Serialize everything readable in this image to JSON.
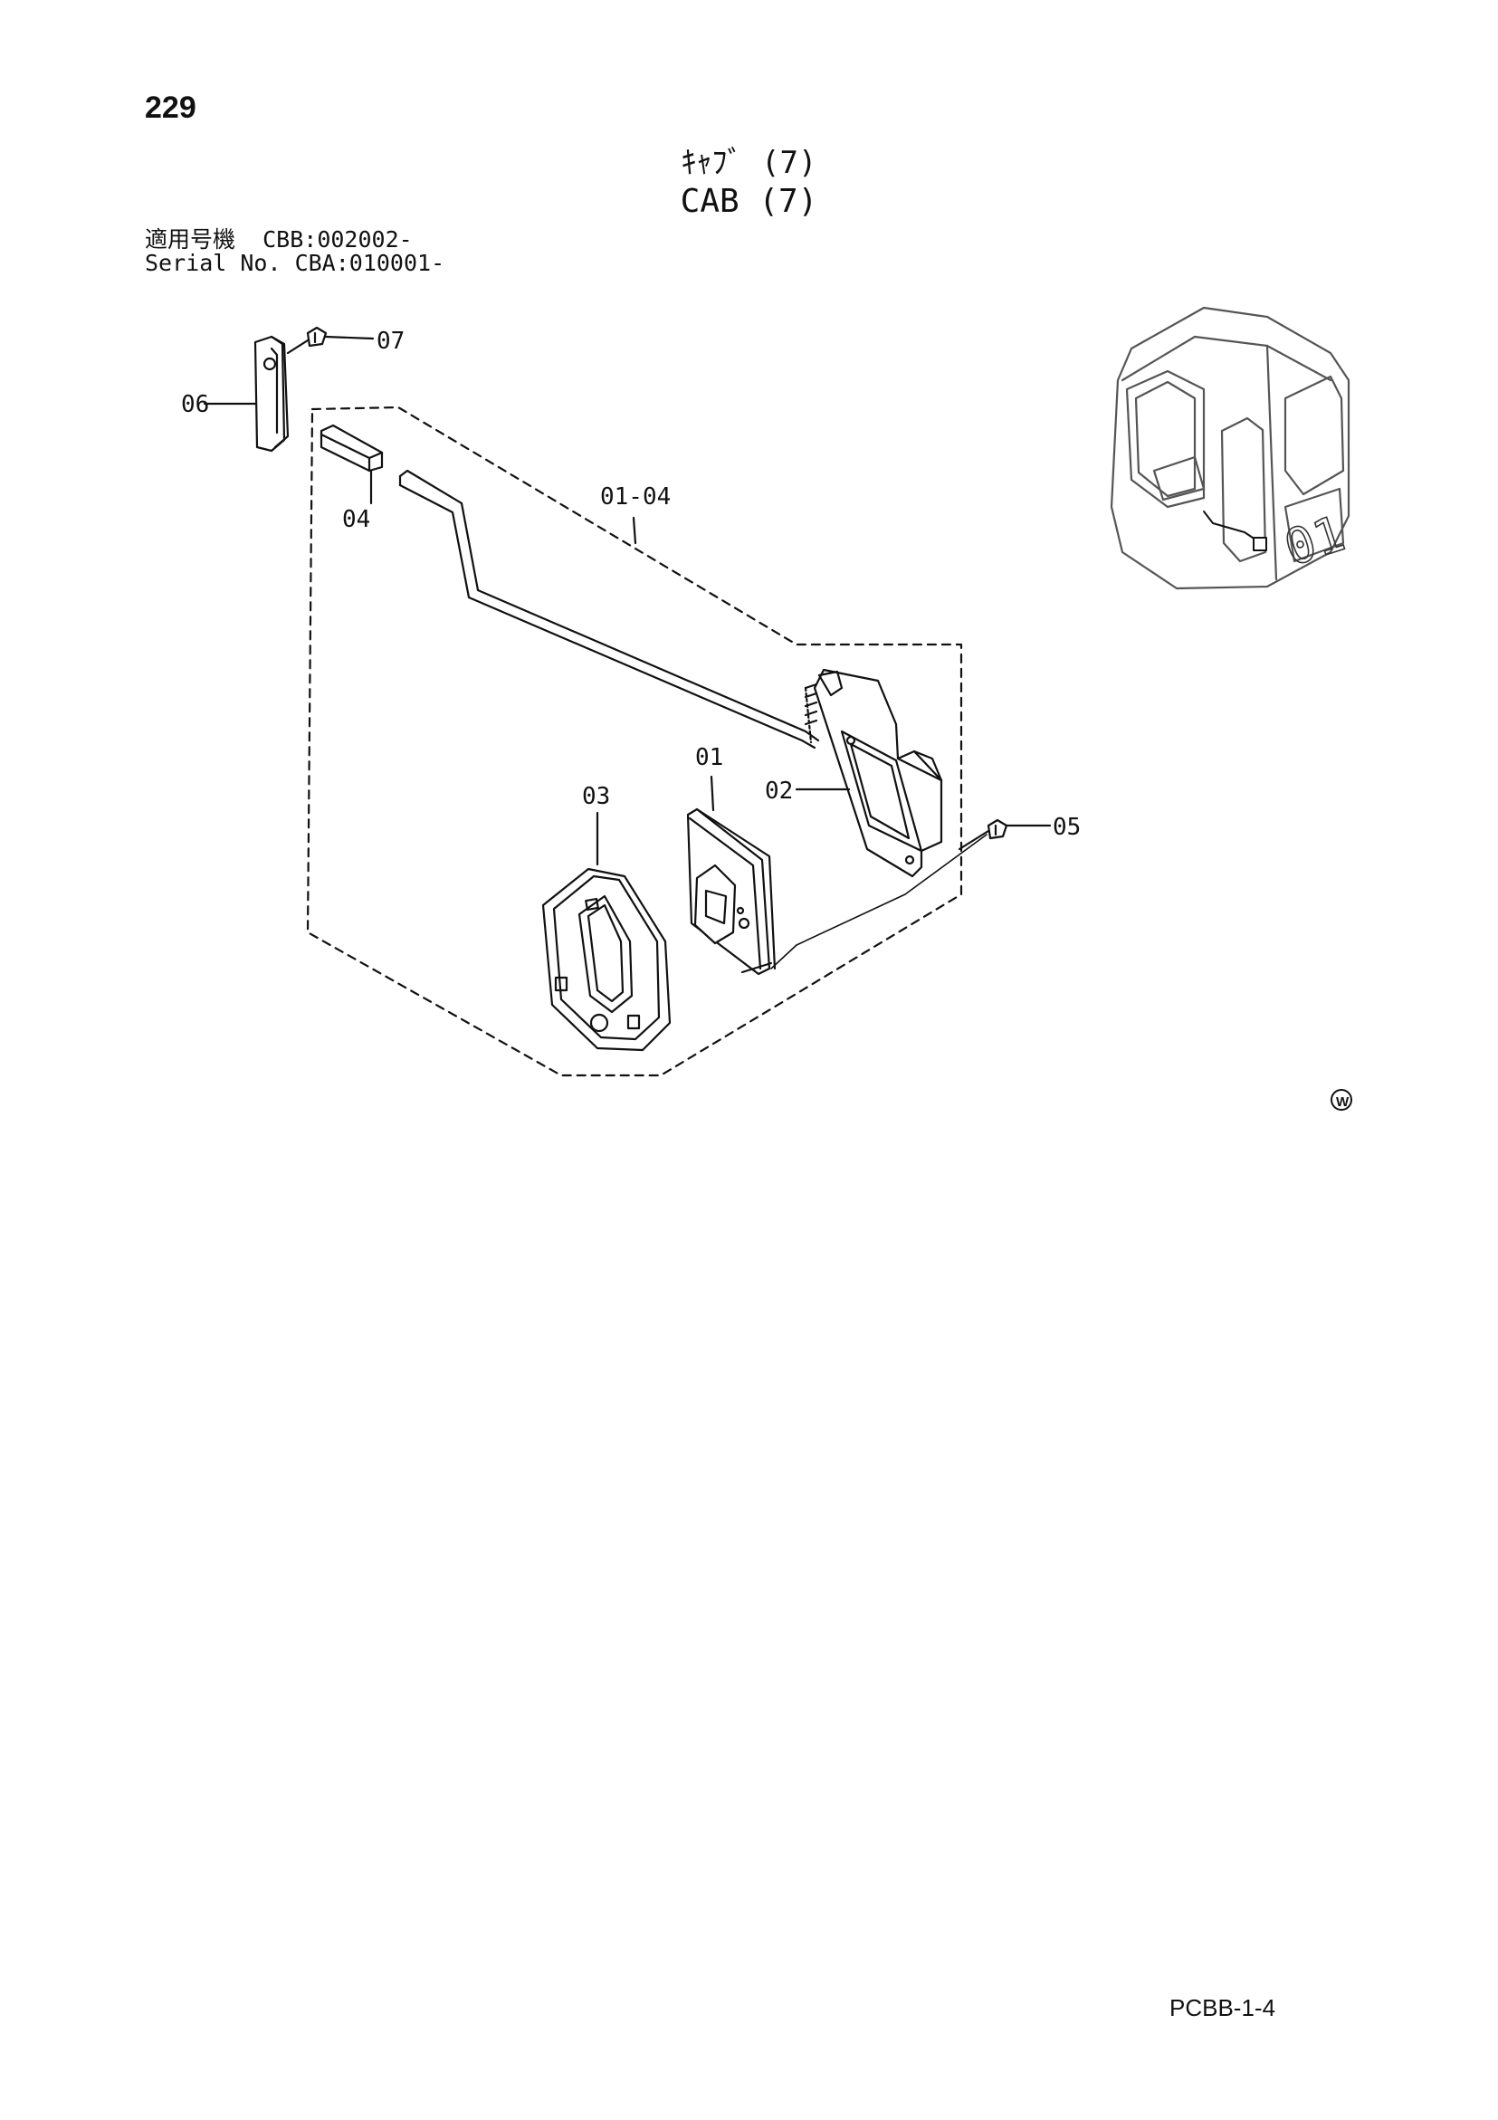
{
  "page_number": "229",
  "title": {
    "japanese": "ｷｬﾌﾞ (7)",
    "english": "CAB (7)"
  },
  "serial": {
    "jp_label": "適用号機",
    "jp_value": "CBB:002002-",
    "en_label": "Serial No.",
    "en_value": "CBA:010001-"
  },
  "callouts": {
    "p01": "01",
    "p02": "02",
    "p03": "03",
    "p04": "04",
    "p05": "05",
    "p06": "06",
    "p07": "07",
    "p01_04": "01-04"
  },
  "inset_callout": "01",
  "watermark": "W",
  "footer_code": "PCBB-1-4"
}
